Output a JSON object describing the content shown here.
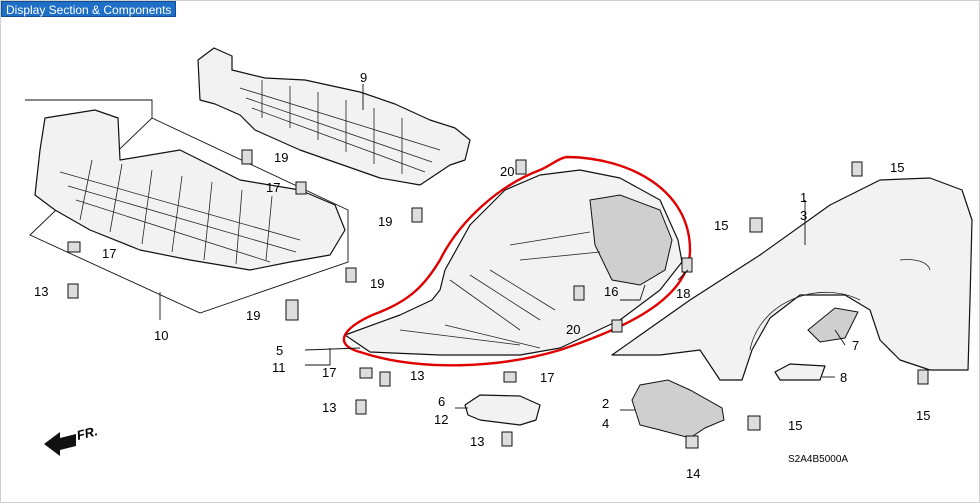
{
  "toolbar": {
    "display_label": "Display Section & Components"
  },
  "callouts": {
    "c1": "1",
    "c2": "2",
    "c3": "3",
    "c4": "4",
    "c5": "5",
    "c6": "6",
    "c7": "7",
    "c8": "8",
    "c9": "9",
    "c10": "10",
    "c11": "11",
    "c12": "12",
    "c13": "13",
    "c14": "14",
    "c15": "15",
    "c16": "16",
    "c17": "17",
    "c18": "18",
    "c19": "19",
    "c20": "20"
  },
  "front_label": "FR.",
  "diagram_code": "S2A4B5000A",
  "colors": {
    "button_bg": "#1f6fc6",
    "highlight": "#e00000"
  },
  "icons": {
    "front_arrow": "arrow-left-icon"
  }
}
